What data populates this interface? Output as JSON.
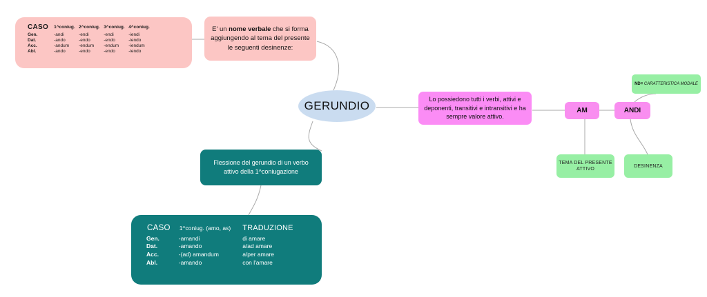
{
  "diagram": {
    "title": "GERUNDIO mind map",
    "colors": {
      "pink": "#fcc6c4",
      "blue": "#cadcf0",
      "magenta": "#fb8cf5",
      "green": "#97efa4",
      "teal": "#107c7c",
      "connector": "#a9a9a9"
    }
  },
  "center": {
    "label": "GERUNDIO"
  },
  "callout": {
    "text_before": "E' un ",
    "text_bold": "nome verbale",
    "text_after": " che si forma aggiungendo al tema del presente le seguenti desinenze:"
  },
  "declension_table": {
    "caso_header": "CASO",
    "columns": [
      "1^coniug.",
      "2^coniug.",
      "3^coniug.",
      "4^coniug."
    ],
    "rows": [
      {
        "case": "Gen.",
        "values": [
          "-andi",
          "-endi",
          "-endi",
          "-iendi"
        ]
      },
      {
        "case": "Dat.",
        "values": [
          "-ando",
          "-endo",
          "-endo",
          "-iendo"
        ]
      },
      {
        "case": "Acc.",
        "values": [
          "-andum",
          "-endum",
          "-endum",
          "-iendum"
        ]
      },
      {
        "case": "Abl.",
        "values": [
          "-ando",
          "-endo",
          "-endo",
          "-iendo"
        ]
      }
    ]
  },
  "usage": {
    "text": "Lo possiedono tutti i verbi, attivi e deponenti, transitivi e intransitivi e ha sempre valore attivo."
  },
  "morphology": {
    "stem_label": "AM",
    "ending_label": "ANDI",
    "stem_note": "TEMA DEL PRESENTE ATTIVO",
    "ending_note": "DESINENZA",
    "modal_note_key": "ND=",
    "modal_note_text": " CARATTERISTICA MODALE"
  },
  "flessione": {
    "text": "Flessione del gerundio di un verbo attivo della 1^coniugazione"
  },
  "conjugation_table": {
    "caso_header": "CASO",
    "form_header": "1^coniug. (amo, as)",
    "translation_header": "TRADUZIONE",
    "rows": [
      {
        "case": "Gen.",
        "form": "-amandi",
        "translation": "di amare"
      },
      {
        "case": "Dat.",
        "form": "-amando",
        "translation": "a/ad amare"
      },
      {
        "case": "Acc.",
        "form": "-(ad) amandum",
        "translation": "a/per amare"
      },
      {
        "case": "Abl.",
        "form": "-amando",
        "translation": "con l'amare"
      }
    ]
  }
}
